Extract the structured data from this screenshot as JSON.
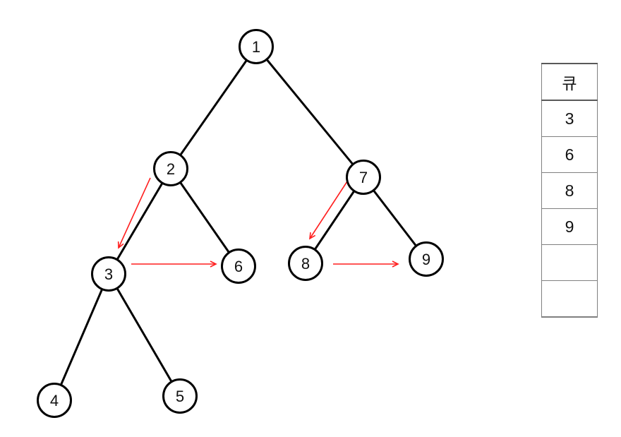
{
  "diagram": {
    "description_colors": {
      "highlight_fill": "#FFC000",
      "default_fill": "#FFFFFF",
      "node_stroke": "#000000",
      "arrow_color": "#FF1F1F"
    },
    "tree": {
      "nodes": [
        {
          "value": "1",
          "state": "default"
        },
        {
          "value": "2",
          "state": "default"
        },
        {
          "value": "7",
          "state": "default"
        },
        {
          "value": "3",
          "state": "highlighted"
        },
        {
          "value": "6",
          "state": "highlighted"
        },
        {
          "value": "8",
          "state": "highlighted"
        },
        {
          "value": "9",
          "state": "highlighted"
        },
        {
          "value": "4",
          "state": "default"
        },
        {
          "value": "5",
          "state": "default"
        }
      ],
      "edges": [
        {
          "from": "1",
          "to": "2"
        },
        {
          "from": "1",
          "to": "7"
        },
        {
          "from": "2",
          "to": "3"
        },
        {
          "from": "2",
          "to": "6"
        },
        {
          "from": "3",
          "to": "4"
        },
        {
          "from": "3",
          "to": "5"
        },
        {
          "from": "7",
          "to": "8"
        },
        {
          "from": "7",
          "to": "9"
        }
      ],
      "traversal_arrows": [
        {
          "from": "2",
          "to": "3"
        },
        {
          "from": "3",
          "to": "6"
        },
        {
          "from": "7",
          "to": "8"
        },
        {
          "from": "8",
          "to": "9"
        }
      ]
    },
    "queue_table": {
      "header": "큐",
      "rows": [
        "3",
        "6",
        "8",
        "9",
        "",
        ""
      ]
    }
  }
}
